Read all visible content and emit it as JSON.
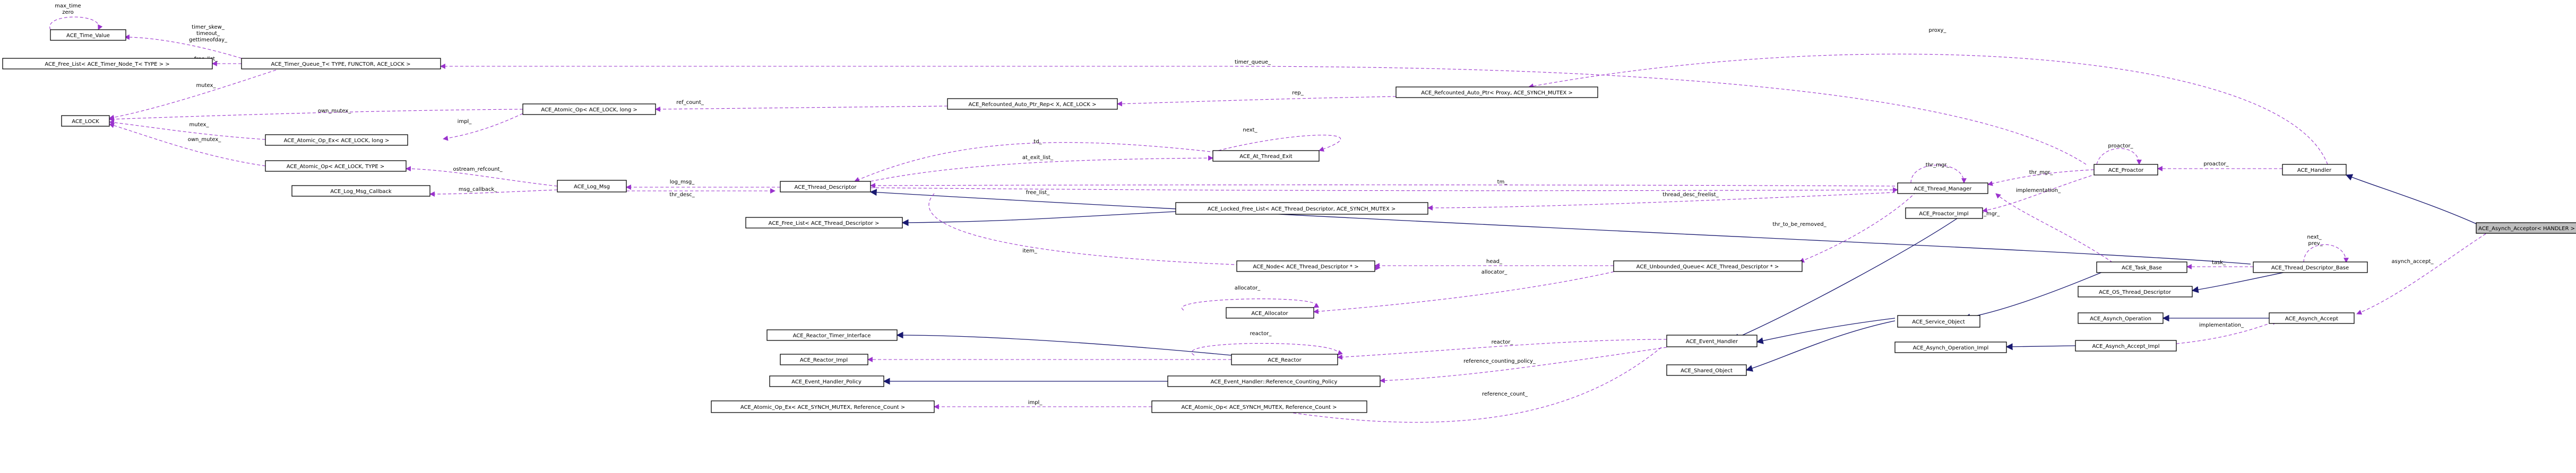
{
  "nodes": [
    {
      "id": "time_value",
      "label": "ACE_Time_Value"
    },
    {
      "id": "free_list_timer",
      "label": "ACE_Free_List< ACE_Timer_Node_T< TYPE > >"
    },
    {
      "id": "timer_queue",
      "label": "ACE_Timer_Queue_T< TYPE, FUNCTOR, ACE_LOCK >"
    },
    {
      "id": "ace_lock",
      "label": "ACE_LOCK"
    },
    {
      "id": "atomic_op",
      "label": "ACE_Atomic_Op< ACE_LOCK, long >"
    },
    {
      "id": "atomic_op_ex",
      "label": "ACE_Atomic_Op_Ex< ACE_LOCK, long >"
    },
    {
      "id": "atomic_op_type",
      "label": "ACE_Atomic_Op< ACE_LOCK, TYPE >"
    },
    {
      "id": "log_msg_callback",
      "label": "ACE_Log_Msg_Callback"
    },
    {
      "id": "log_msg",
      "label": "ACE_Log_Msg"
    },
    {
      "id": "refcounted_rep",
      "label": "ACE_Refcounted_Auto_Ptr_Rep< X, ACE_LOCK >"
    },
    {
      "id": "refcounted_ptr",
      "label": "ACE_Refcounted_Auto_Ptr< Proxy, ACE_SYNCH_MUTEX >"
    },
    {
      "id": "at_thread_exit",
      "label": "ACE_At_Thread_Exit"
    },
    {
      "id": "thread_descriptor",
      "label": "ACE_Thread_Descriptor"
    },
    {
      "id": "free_list_td",
      "label": "ACE_Free_List< ACE_Thread_Descriptor >"
    },
    {
      "id": "locked_free_list",
      "label": "ACE_Locked_Free_List< ACE_Thread_Descriptor, ACE_SYNCH_MUTEX >"
    },
    {
      "id": "thread_manager",
      "label": "ACE_Thread_Manager"
    },
    {
      "id": "proactor_impl",
      "label": "ACE_Proactor_Impl"
    },
    {
      "id": "proactor",
      "label": "ACE_Proactor"
    },
    {
      "id": "handler",
      "label": "ACE_Handler"
    },
    {
      "id": "asynch_acceptor",
      "label": "ACE_Asynch_Acceptor< HANDLER >"
    },
    {
      "id": "node_td",
      "label": "ACE_Node< ACE_Thread_Descriptor * >"
    },
    {
      "id": "unbounded_queue",
      "label": "ACE_Unbounded_Queue< ACE_Thread_Descriptor * >"
    },
    {
      "id": "allocator",
      "label": "ACE_Allocator"
    },
    {
      "id": "task_base",
      "label": "ACE_Task_Base"
    },
    {
      "id": "thread_descriptor_base",
      "label": "ACE_Thread_Descriptor_Base"
    },
    {
      "id": "os_thread_descriptor",
      "label": "ACE_OS_Thread_Descriptor"
    },
    {
      "id": "asynch_operation",
      "label": "ACE_Asynch_Operation"
    },
    {
      "id": "asynch_accept",
      "label": "ACE_Asynch_Accept"
    },
    {
      "id": "reactor_timer_interface",
      "label": "ACE_Reactor_Timer_Interface"
    },
    {
      "id": "reactor_impl",
      "label": "ACE_Reactor_Impl"
    },
    {
      "id": "reactor",
      "label": "ACE_Reactor"
    },
    {
      "id": "service_object",
      "label": "ACE_Service_Object"
    },
    {
      "id": "event_handler",
      "label": "ACE_Event_Handler"
    },
    {
      "id": "shared_object",
      "label": "ACE_Shared_Object"
    },
    {
      "id": "asynch_operation_impl",
      "label": "ACE_Asynch_Operation_Impl"
    },
    {
      "id": "asynch_accept_impl",
      "label": "ACE_Asynch_Accept_Impl"
    },
    {
      "id": "event_handler_policy",
      "label": "ACE_Event_Handler_Policy"
    },
    {
      "id": "ehrcp",
      "label": "ACE_Event_Handler::Reference_Counting_Policy"
    },
    {
      "id": "atomic_op_ex_synch",
      "label": "ACE_Atomic_Op_Ex< ACE_SYNCH_MUTEX, Reference_Count >"
    },
    {
      "id": "atomic_op_synch",
      "label": "ACE_Atomic_Op< ACE_SYNCH_MUTEX, Reference_Count >"
    }
  ],
  "edge_labels": [
    {
      "id": "max_time",
      "text": "max_time"
    },
    {
      "id": "zero",
      "text": "zero"
    },
    {
      "id": "timer_skew",
      "text": "timer_skew_"
    },
    {
      "id": "timeout",
      "text": "timeout_"
    },
    {
      "id": "gettimeofday",
      "text": "gettimeofday_"
    },
    {
      "id": "free_list_lbl",
      "text": "free_list_"
    },
    {
      "id": "mutex_tq",
      "text": "mutex_"
    },
    {
      "id": "timer_queue_lbl",
      "text": "timer_queue_"
    },
    {
      "id": "proxy_lbl",
      "text": "proxy_"
    },
    {
      "id": "own_mutex_1",
      "text": "own_mutex_"
    },
    {
      "id": "ref_count",
      "text": "ref_count_"
    },
    {
      "id": "rep_lbl",
      "text": "rep_"
    },
    {
      "id": "mutex_ex",
      "text": "mutex_"
    },
    {
      "id": "impl_1",
      "text": "impl_"
    },
    {
      "id": "own_mutex_2",
      "text": "own_mutex_"
    },
    {
      "id": "next_ate",
      "text": "next_"
    },
    {
      "id": "td_lbl",
      "text": "td_"
    },
    {
      "id": "at_exit_list",
      "text": "at_exit_list_"
    },
    {
      "id": "proactor_self",
      "text": "proactor_"
    },
    {
      "id": "thr_mgr_1",
      "text": "thr_mgr_"
    },
    {
      "id": "thr_mgr_2",
      "text": "thr_mgr_"
    },
    {
      "id": "proactor_handler",
      "text": "proactor_"
    },
    {
      "id": "ostream_refcount",
      "text": "ostream_refcount_"
    },
    {
      "id": "log_msg_lbl",
      "text": "log_msg_"
    },
    {
      "id": "msg_callback",
      "text": "msg_callback_"
    },
    {
      "id": "thr_desc",
      "text": "thr_desc_"
    },
    {
      "id": "tm_lbl",
      "text": "tm_"
    },
    {
      "id": "free_list_tm",
      "text": "free_list_"
    },
    {
      "id": "thread_desc_freelist",
      "text": "thread_desc_freelist_"
    },
    {
      "id": "implementation_1",
      "text": "implementation_"
    },
    {
      "id": "thr_mgr_3",
      "text": "thr_mgr_"
    },
    {
      "id": "thr_to_be_removed",
      "text": "thr_to_be_removed_"
    },
    {
      "id": "next_tdb",
      "text": "next_"
    },
    {
      "id": "prev_tdb",
      "text": "prev_"
    },
    {
      "id": "asynch_accept_lbl",
      "text": "asynch_accept_"
    },
    {
      "id": "task_lbl",
      "text": "task_"
    },
    {
      "id": "item_lbl",
      "text": "item_"
    },
    {
      "id": "head_lbl",
      "text": "head_"
    },
    {
      "id": "allocator_lbl",
      "text": "allocator_"
    },
    {
      "id": "allocator_self",
      "text": "allocator_"
    },
    {
      "id": "implementation_2",
      "text": "implementation_"
    },
    {
      "id": "reactor_self",
      "text": "reactor_"
    },
    {
      "id": "reactor_lbl",
      "text": "reactor_"
    },
    {
      "id": "rcp_lbl",
      "text": "reference_counting_policy_"
    },
    {
      "id": "impl_2",
      "text": "impl_"
    },
    {
      "id": "reference_count",
      "text": "reference_count_"
    }
  ]
}
